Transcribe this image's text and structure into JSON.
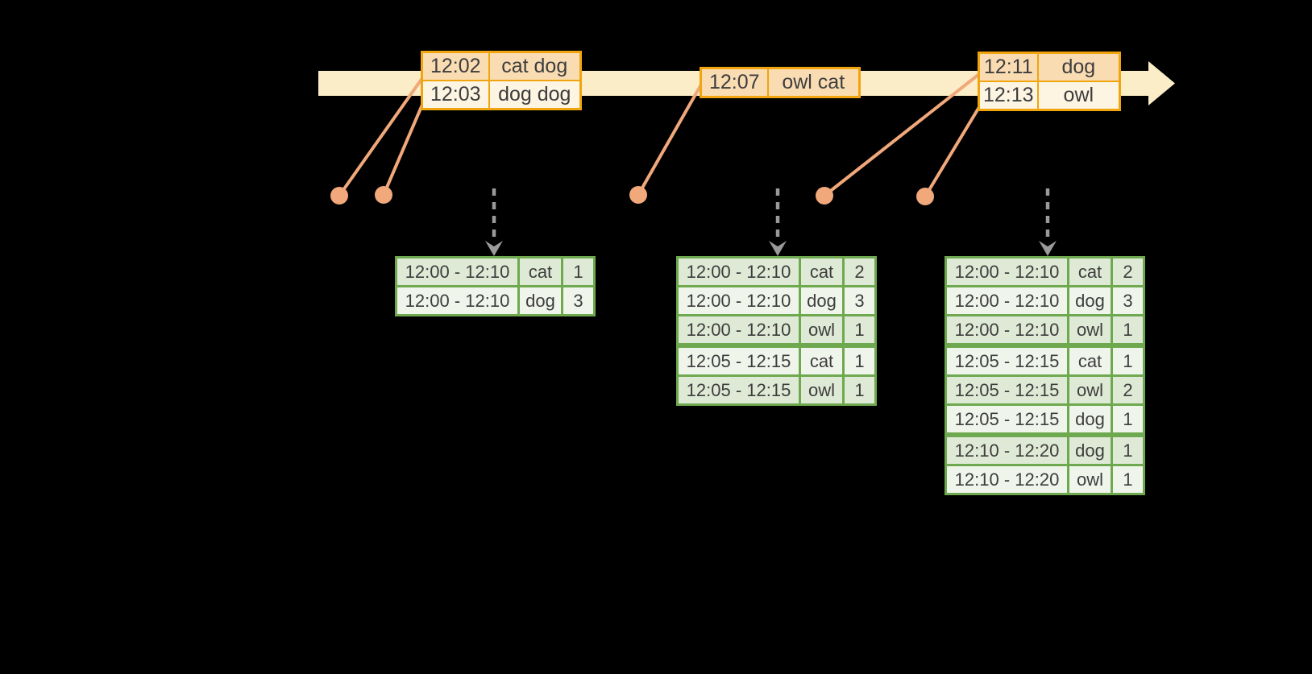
{
  "colors": {
    "background": "#000000",
    "timeline_band": "#FAEDC8",
    "event_table_border": "#F0A50F",
    "event_row_dark": "#FADCB3",
    "event_row_light": "#FDF4E2",
    "event_marker": "#F1A87A",
    "trigger_arrow": "#9A9A9A",
    "result_table_border": "#6EA94F",
    "result_row_dark": "#DFEAD6",
    "result_row_light": "#F0F5EC",
    "text": "#3D3D3D"
  },
  "icons": {
    "timeline_arrow": "right-pointing-band-arrow",
    "event_marker": "filled-circle",
    "trigger_arrow": "dashed-down-arrow"
  },
  "event_stream": {
    "groups": [
      {
        "events": [
          {
            "time": "12:02",
            "words": "cat dog"
          },
          {
            "time": "12:03",
            "words": "dog dog"
          }
        ]
      },
      {
        "events": [
          {
            "time": "12:07",
            "words": "owl cat"
          }
        ]
      },
      {
        "events": [
          {
            "time": "12:11",
            "words": "dog"
          },
          {
            "time": "12:13",
            "words": "owl"
          }
        ]
      }
    ]
  },
  "result_tables": [
    {
      "rows": [
        {
          "window": "12:00 - 12:10",
          "word": "cat",
          "count": 1
        },
        {
          "window": "12:00 - 12:10",
          "word": "dog",
          "count": 3
        }
      ]
    },
    {
      "rows": [
        {
          "window": "12:00 - 12:10",
          "word": "cat",
          "count": 2
        },
        {
          "window": "12:00 - 12:10",
          "word": "dog",
          "count": 3
        },
        {
          "window": "12:00 - 12:10",
          "word": "owl",
          "count": 1
        },
        {
          "window": "12:05 - 12:15",
          "word": "cat",
          "count": 1
        },
        {
          "window": "12:05 - 12:15",
          "word": "owl",
          "count": 1
        }
      ]
    },
    {
      "rows": [
        {
          "window": "12:00 - 12:10",
          "word": "cat",
          "count": 2
        },
        {
          "window": "12:00 - 12:10",
          "word": "dog",
          "count": 3
        },
        {
          "window": "12:00 - 12:10",
          "word": "owl",
          "count": 1
        },
        {
          "window": "12:05 - 12:15",
          "word": "cat",
          "count": 1
        },
        {
          "window": "12:05 - 12:15",
          "word": "owl",
          "count": 2
        },
        {
          "window": "12:05 - 12:15",
          "word": "dog",
          "count": 1
        },
        {
          "window": "12:10 - 12:20",
          "word": "dog",
          "count": 1
        },
        {
          "window": "12:10 - 12:20",
          "word": "owl",
          "count": 1
        }
      ]
    }
  ]
}
